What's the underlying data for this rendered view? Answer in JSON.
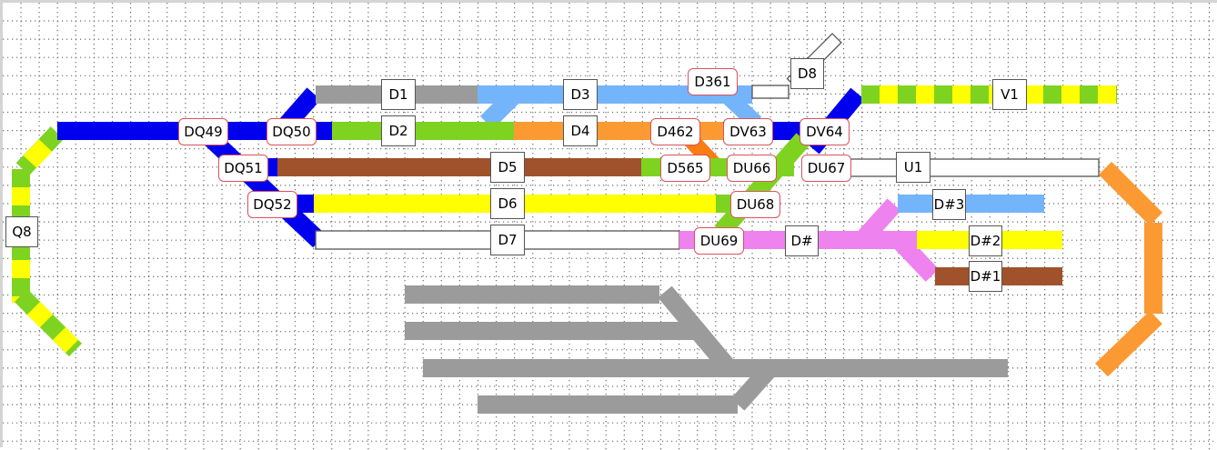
{
  "app": {
    "view": "track-layout-editor"
  },
  "colors": {
    "blue": "#0000ee",
    "gray": "#9b9b9b",
    "light_blue": "#74b4fb",
    "green": "#7ed321",
    "orange": "#fb9a32",
    "dark_orange": "#fa7c12",
    "brown": "#a0522d",
    "yellow": "#ffff00",
    "pink": "#ee82ee",
    "white": "#ffffff",
    "label_border": "#555555",
    "signal_border": "#d9525e",
    "grid": "#6e6e6e"
  },
  "blocks": [
    {
      "id": "D1",
      "label": "D1"
    },
    {
      "id": "D2",
      "label": "D2"
    },
    {
      "id": "D3",
      "label": "D3"
    },
    {
      "id": "D4",
      "label": "D4"
    },
    {
      "id": "D5",
      "label": "D5"
    },
    {
      "id": "D6",
      "label": "D6"
    },
    {
      "id": "D7",
      "label": "D7"
    },
    {
      "id": "D8",
      "label": "D8"
    },
    {
      "id": "V1",
      "label": "V1"
    },
    {
      "id": "U1",
      "label": "U1"
    },
    {
      "id": "Q8",
      "label": "Q8"
    },
    {
      "id": "Dhash",
      "label": "D#"
    },
    {
      "id": "Dhash1",
      "label": "D#1"
    },
    {
      "id": "Dhash2",
      "label": "D#2"
    },
    {
      "id": "Dhash3",
      "label": "D#3"
    }
  ],
  "signals": [
    {
      "id": "DQ49",
      "label": "DQ49"
    },
    {
      "id": "DQ50",
      "label": "DQ50"
    },
    {
      "id": "DQ51",
      "label": "DQ51"
    },
    {
      "id": "DQ52",
      "label": "DQ52"
    },
    {
      "id": "D361",
      "label": "D361"
    },
    {
      "id": "D462",
      "label": "D462"
    },
    {
      "id": "D565",
      "label": "D565"
    },
    {
      "id": "DV63",
      "label": "DV63"
    },
    {
      "id": "DV64",
      "label": "DV64"
    },
    {
      "id": "DU66",
      "label": "DU66"
    },
    {
      "id": "DU67",
      "label": "DU67"
    },
    {
      "id": "DU68",
      "label": "DU68"
    },
    {
      "id": "DU69",
      "label": "DU69"
    }
  ]
}
